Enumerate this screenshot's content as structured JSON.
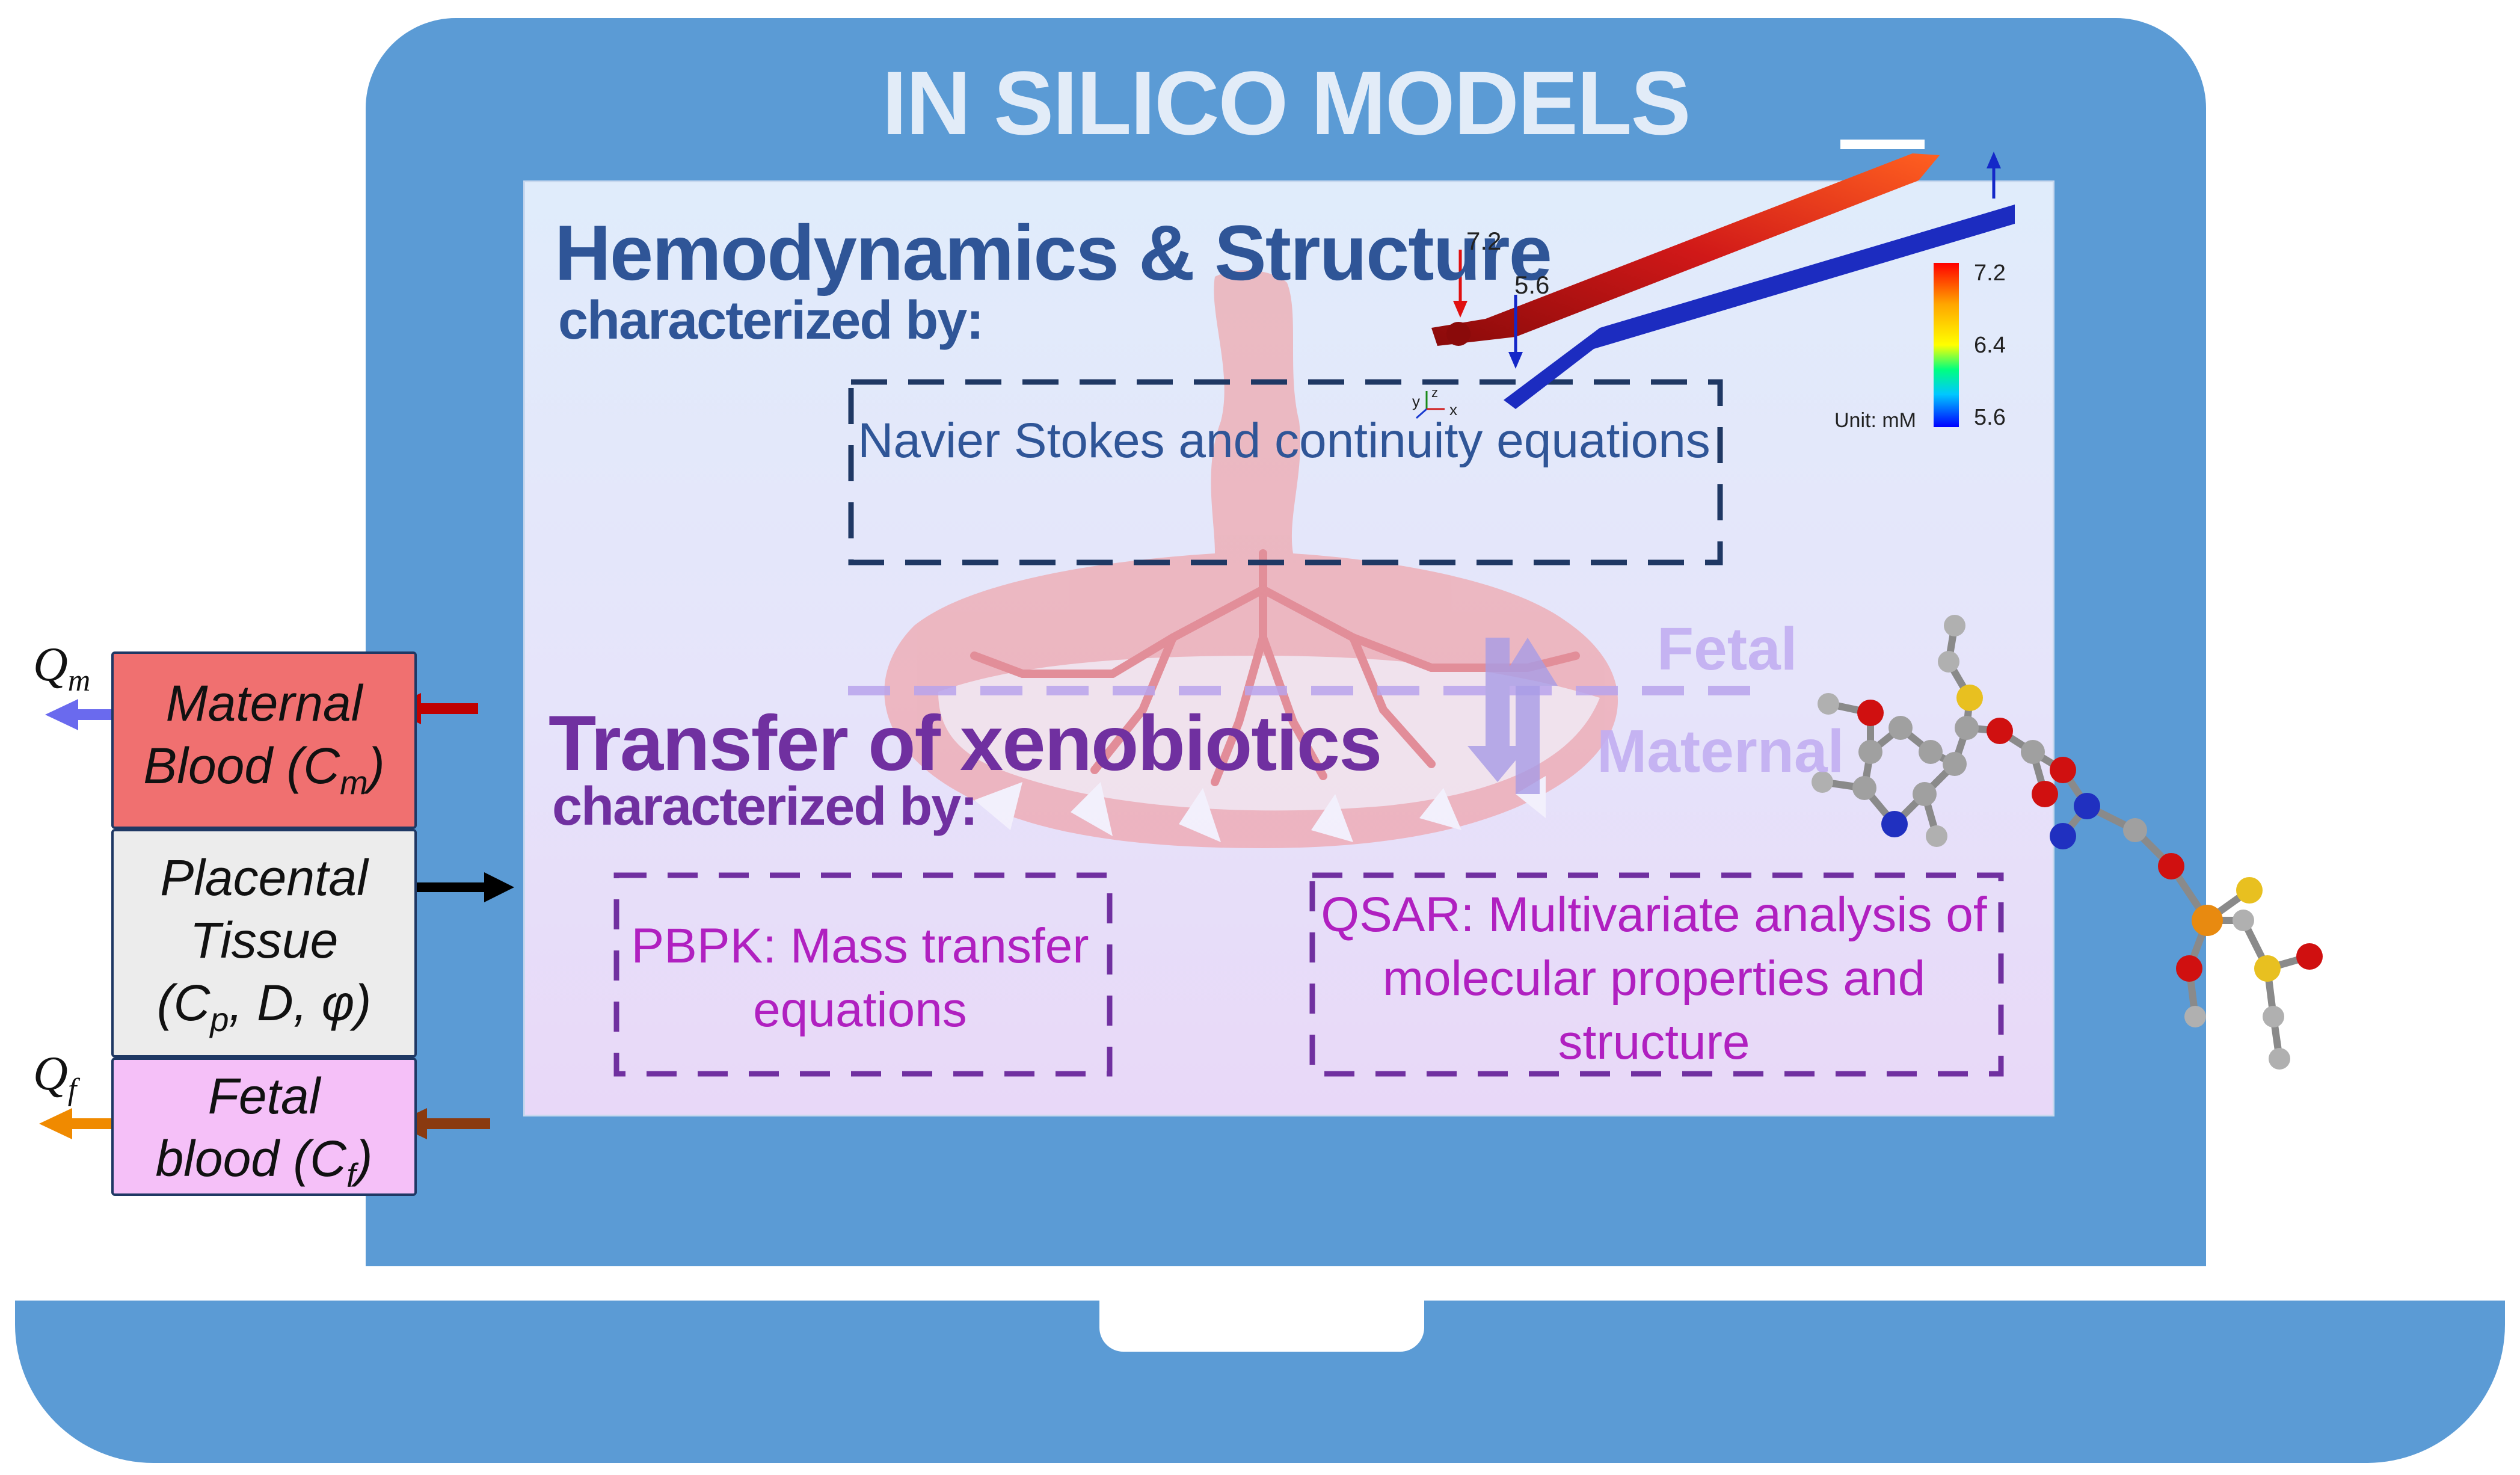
{
  "title": "IN SILICO MODELS",
  "hemodynamics": {
    "heading": "Hemodynamics & Structure",
    "subheading": "characterized by:",
    "box_text": "Navier Stokes and continuity equations"
  },
  "xenobiotics": {
    "heading": "Transfer of xenobiotics",
    "subheading": "characterized by:",
    "pbpk_text": "PBPK: Mass transfer equations",
    "qsar_text": "QSAR: Multivariate analysis of molecular properties and structure"
  },
  "placenta_layers": {
    "fetal": "Fetal",
    "maternal": "Maternal"
  },
  "vessel_model": {
    "inlet_high": "7.2",
    "inlet_low": "5.6",
    "colorbar_max": "7.2",
    "colorbar_mid": "6.4",
    "colorbar_min": "5.6",
    "unit": "Unit: mM",
    "colors": {
      "high": "#c81414",
      "low": "#1428c8"
    }
  },
  "compartments": {
    "maternal": {
      "line1": "Maternal",
      "line2_pre": "Blood (C",
      "line2_sub": "m",
      "line2_post": ")",
      "color": "#f07070"
    },
    "tissue": {
      "line1": "Placental",
      "line2": "Tissue",
      "line3_a": "(C",
      "line3_sub": "p",
      "line3_b": ", D, ",
      "line3_phi": "φ",
      "line3_c": ")",
      "color": "#ececec"
    },
    "fetal": {
      "line1": "Fetal",
      "line2_pre": "blood (C",
      "line2_sub": "f",
      "line2_post": ")",
      "color": "#f5c0f8"
    },
    "q_maternal": {
      "main": "Q",
      "sub": "m"
    },
    "q_fetal": {
      "main": "Q",
      "sub": "f"
    }
  },
  "icons": [
    "laptop-icon",
    "placenta-icon",
    "molecule-icon",
    "vessel-model-icon",
    "arrow-icon"
  ]
}
